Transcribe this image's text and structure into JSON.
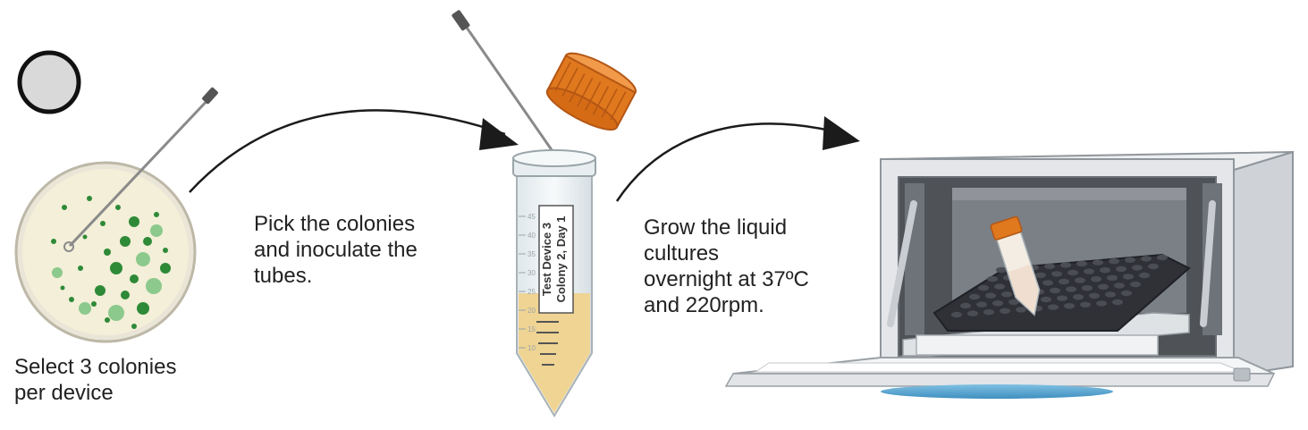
{
  "steps": [
    {
      "id": "select",
      "caption_lines": [
        "Select 3 colonies",
        "per device"
      ]
    },
    {
      "id": "pick",
      "caption_lines": [
        "Pick the colonies",
        "and inoculate the",
        "tubes."
      ]
    },
    {
      "id": "grow",
      "caption_lines": [
        "Grow the liquid",
        "cultures",
        "overnight at 37ºC",
        "and 220rpm."
      ]
    }
  ],
  "tube": {
    "label_lines": [
      "Test Device 3",
      "Colony 2, Day 1"
    ],
    "graduations": [
      "45",
      "40",
      "35",
      "30",
      "25",
      "20",
      "15",
      "10"
    ]
  },
  "icons": [
    "petri-dish-icon",
    "inoculation-loop-icon",
    "conical-tube-icon",
    "tube-cap-icon",
    "incubator-icon",
    "tube-rack-icon"
  ],
  "colors": {
    "text": "#222222",
    "arrow": "#1b1b1b",
    "agar": "#f3efd8",
    "colony_dark": "#2e8a37",
    "colony_light": "#8cc98c",
    "cap": "#e0781e",
    "culture": "#efd493",
    "incubator": "#e4e6e9",
    "rack": "#2f3136",
    "base_glow": "#5aa7d3"
  }
}
